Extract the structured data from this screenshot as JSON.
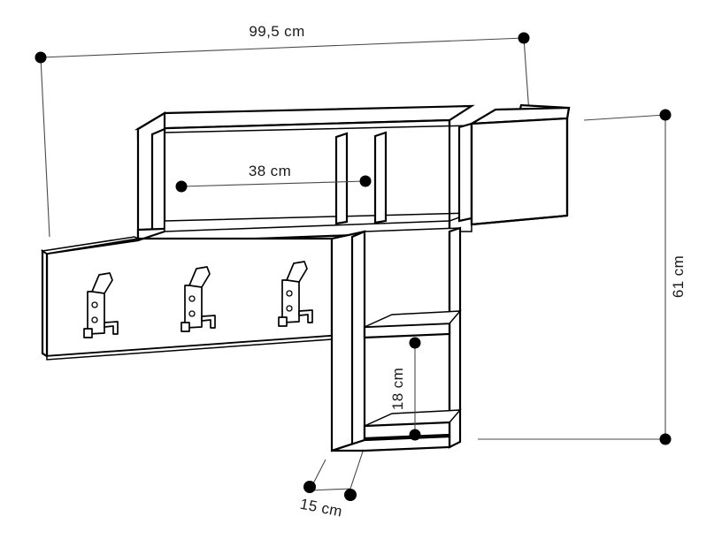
{
  "drawing": {
    "title": "Wall mounted coat rack with shelves - dimensioned technical drawing",
    "background_color": "#ffffff",
    "line_color": "#000000",
    "dimension_line_color": "#4a4a4a",
    "dimension_text_color": "#1b1b1b"
  },
  "dimensions": {
    "overall_width": {
      "label": "99,5 cm",
      "value": 99.5,
      "unit": "cm",
      "orientation": "horizontal",
      "position": "top"
    },
    "shelf_opening_width": {
      "label": "38 cm",
      "value": 38,
      "unit": "cm",
      "orientation": "horizontal",
      "position": "upper-shelf-interior"
    },
    "overall_height": {
      "label": "61 cm",
      "value": 61,
      "unit": "cm",
      "orientation": "vertical",
      "position": "right"
    },
    "lower_compartment_height": {
      "label": "18 cm",
      "value": 18,
      "unit": "cm",
      "orientation": "vertical",
      "position": "lower-column-interior"
    },
    "depth": {
      "label": "15 cm",
      "value": 15,
      "unit": "cm",
      "orientation": "diagonal",
      "position": "bottom"
    }
  },
  "components": {
    "upper_shelf_box": "upper-open-shelf-box",
    "right_closed_box": "right-closed-cabinet-box",
    "hook_rail_panel": "left-hook-rail-panel",
    "lower_column": "lower-vertical-column",
    "hooks": [
      {
        "name": "coat-hook-1"
      },
      {
        "name": "coat-hook-2"
      },
      {
        "name": "coat-hook-3"
      }
    ]
  }
}
